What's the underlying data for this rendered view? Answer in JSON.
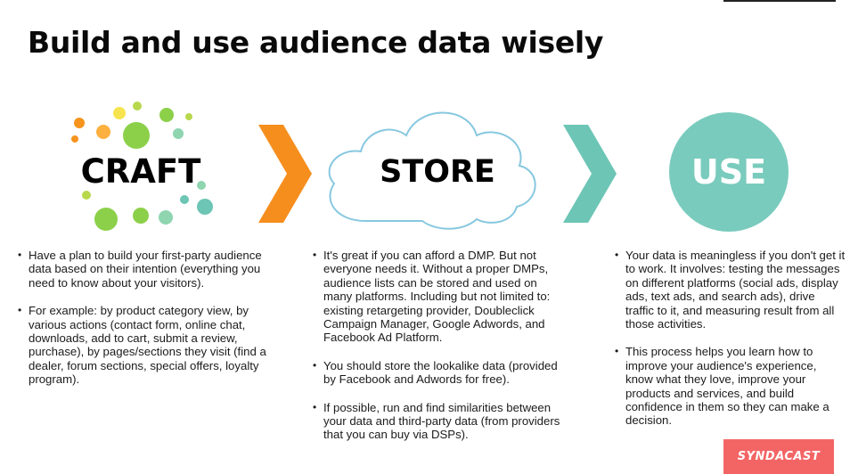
{
  "title": "Build and use audience data wisely",
  "stages": {
    "craft": "CRAFT",
    "store": "STORE",
    "use": "USE"
  },
  "colors": {
    "orange_arrow": "#f68e1e",
    "teal_arrow": "#6cc5b5",
    "use_circle": "#79cbbd",
    "cloud_outline": "#87c8e0",
    "brand": "#f36565"
  },
  "craft_points": [
    "Have a plan to build your first-party audience data based on their intention (everything you need to know about your visitors).",
    "For example:  by product  category view, by various actions (contact form,  online chat, downloads, add to cart,  submit a review, purchase), by pages/sections  they visit (find a dealer, forum sections, special offers,  loyalty program)."
  ],
  "store_points": [
    "It's great if you can afford a DMP. But not everyone needs it. Without a proper DMPs, audience lists can be stored and used on many platforms. Including but not limited to: existing retargeting provider, Doubleclick Campaign Manager, Google Adwords, and Facebook Ad Platform.",
    "You should store the lookalike data (provided by Facebook  and Adwords for free).",
    "If possible, run and find similarities between your data and third-party data (from providers that you can buy via DSPs)."
  ],
  "use_points": [
    "Your data is meaningless if you don't get it to work. It involves: testing the messages on different platforms (social ads, display ads,  text ads, and search ads), drive traffic to it, and measuring result from all those activities.",
    "This process helps you learn how to improve your audience's experience, know what they love,  improve your products and services, and build confidence  in them so they can make a decision."
  ],
  "brand": "SYNDACAST"
}
